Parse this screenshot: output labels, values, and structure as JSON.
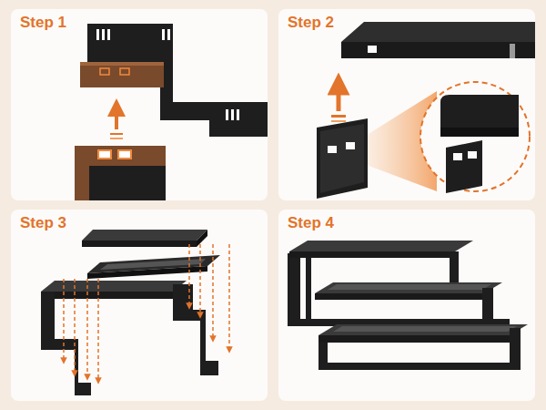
{
  "diagram": {
    "nodes": [
      {
        "text": [
          "Step 1"
        ]
      },
      {
        "text": [
          "Step 2"
        ]
      },
      {
        "text": [
          "Step 3"
        ]
      },
      {
        "text": [
          "Step 4"
        ]
      }
    ]
  }
}
